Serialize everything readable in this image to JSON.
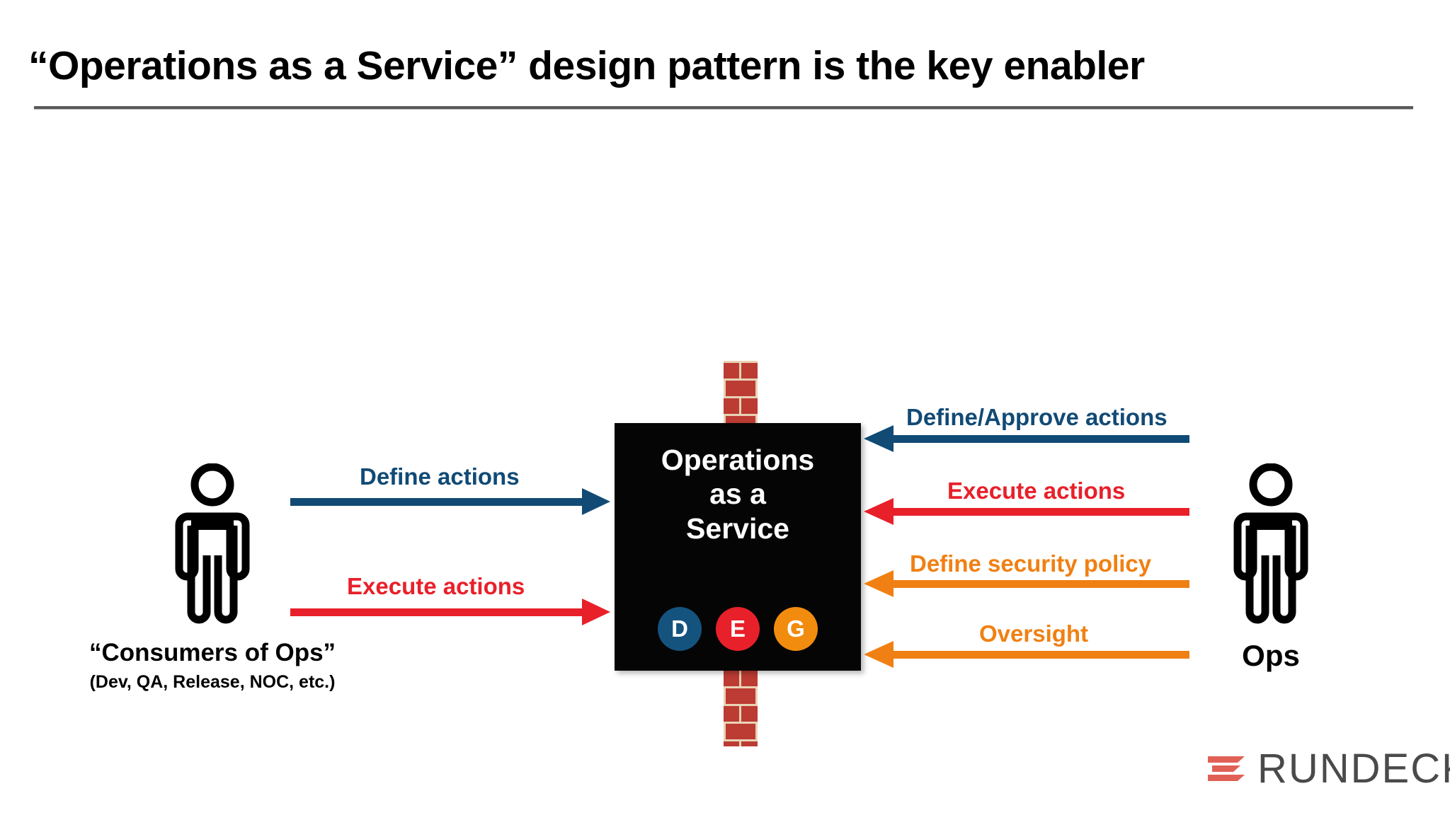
{
  "slide": {
    "title": "“Operations as a Service” design pattern is the key enabler",
    "background_color": "#ffffff"
  },
  "center_box": {
    "label_line1": "Operations",
    "label_line2": "as a",
    "label_line3": "Service",
    "background_color": "#050505",
    "text_color": "#ffffff",
    "badges": [
      {
        "letter": "D",
        "color": "#15537f"
      },
      {
        "letter": "E",
        "color": "#e8202a"
      },
      {
        "letter": "G",
        "color": "#f28c0f"
      }
    ]
  },
  "wall": {
    "name": "brick-wall",
    "brick_color": "#bc3b33",
    "mortar_color": "#e8d3b4"
  },
  "left_actor": {
    "icon": "person-icon",
    "caption": "“Consumers of Ops”",
    "subcaption": "(Dev, QA, Release, NOC, etc.)"
  },
  "right_actor": {
    "icon": "person-icon",
    "caption": "Ops"
  },
  "left_arrows": [
    {
      "label": "Define actions",
      "color": "#114a75",
      "direction": "right"
    },
    {
      "label": "Execute actions",
      "color": "#e8202a",
      "direction": "right"
    }
  ],
  "right_arrows": [
    {
      "label": "Define/Approve actions",
      "color": "#114a75",
      "direction": "left"
    },
    {
      "label": "Execute actions",
      "color": "#e8202a",
      "direction": "left"
    },
    {
      "label": "Define security policy",
      "color": "#f08013",
      "direction": "left"
    },
    {
      "label": "Oversight",
      "color": "#f08013",
      "direction": "left"
    }
  ],
  "logo": {
    "wordmark": "RUNDECK",
    "mark_color": "#e06055",
    "word_color": "#4a4a4a"
  }
}
